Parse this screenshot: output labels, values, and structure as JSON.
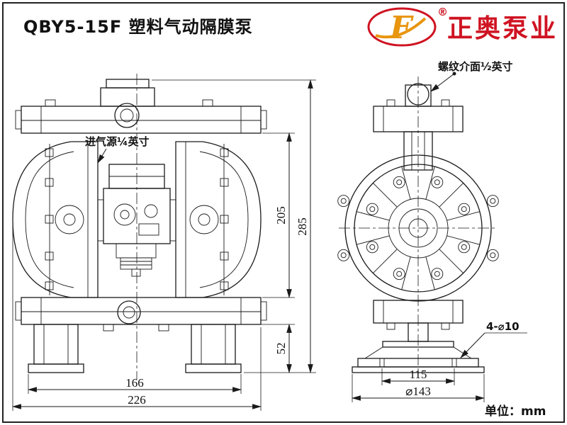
{
  "page": {
    "title": "QBY5-15F 塑料气动隔膜泵",
    "unit_label": "单位：mm"
  },
  "logo": {
    "company": "正奥泵业",
    "registered": "®",
    "monogram": "F"
  },
  "annotations": {
    "thread_interface": "螺纹介面½英寸",
    "air_inlet": "进气源¼英寸",
    "bolt_holes": "4-⌀10"
  },
  "dimensions": {
    "front": {
      "upper_height": "205",
      "total_height": "285",
      "foot_height": "52",
      "foot_span": "166",
      "total_width": "226"
    },
    "side": {
      "base_hole_span": "115",
      "flange_diameter": "⌀143"
    }
  },
  "colors": {
    "brand_red": "#cf1322",
    "brand_gold": "#e8960f",
    "line": "#1a1a1a"
  }
}
